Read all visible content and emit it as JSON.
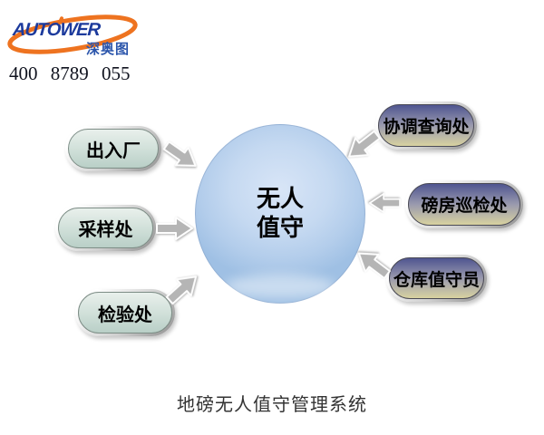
{
  "header": {
    "logo": {
      "text": "AUTOWER",
      "subtext": "深奥图"
    },
    "phone": "400 8789 055"
  },
  "diagram": {
    "center": {
      "line1": "无人",
      "line2": "值守"
    },
    "left_nodes": [
      {
        "label": "出入厂"
      },
      {
        "label": "采样处"
      },
      {
        "label": "检验处"
      }
    ],
    "right_nodes": [
      {
        "label": "协调查询处"
      },
      {
        "label": "磅房巡检处"
      },
      {
        "label": "仓库值守员"
      }
    ]
  },
  "caption": "地磅无人值守管理系统",
  "colors": {
    "logo_blue": "#1c3a9c",
    "swoosh_orange": "#ee7320",
    "subtext_blue": "#2b55ab",
    "phone_color": "#10131f",
    "left_fill_top": "#e9f0ec",
    "left_fill_mid": "#cfdfd8",
    "left_fill_bottom": "#b9cfc7",
    "left_border": "#7d8d86",
    "right_fill_top": "#4f5590",
    "right_fill_mid": "#9a9aae",
    "right_fill_bottom": "#d8d2a0",
    "right_border": "#4a4a55",
    "circle_fill": "#c5d9f1",
    "circle_fill_light": "#d8e5f7",
    "circle_edge": "#9fc0e4",
    "arrow_gray": "#b5b5b5",
    "caption_color": "#333333",
    "bevel_light": "#ffffff",
    "bevel_dark": "#8e8e8e"
  }
}
